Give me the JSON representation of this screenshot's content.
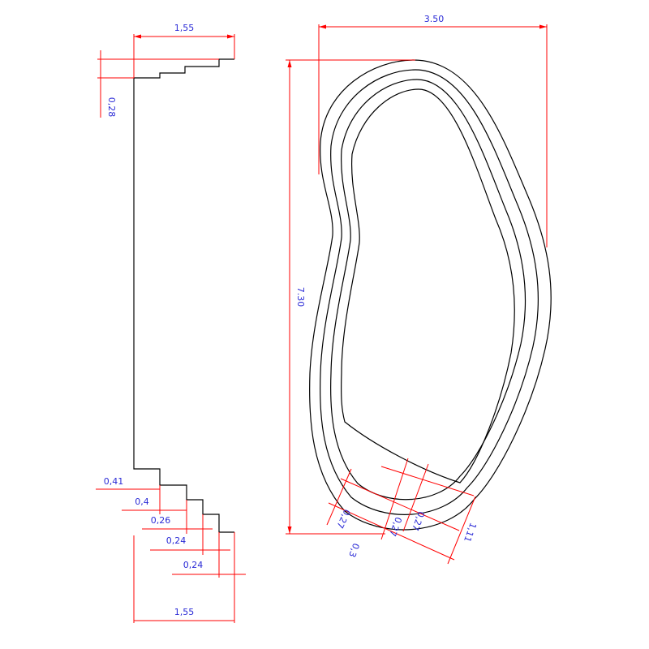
{
  "colors": {
    "outline": "#000000",
    "dimension_line": "#ff0000",
    "dimension_text": "#2b2bd6"
  },
  "section_profile": {
    "top_width": "1,55",
    "top_height": "0,28",
    "step_width_1": "0,41",
    "step_width_2": "0,4",
    "step_width_3": "0,26",
    "step_width_4": "0,24",
    "step_width_5": "0,24",
    "bottom_width": "1,55"
  },
  "pool_plan": {
    "overall_width": "3.50",
    "overall_length": "7.30",
    "step_a": "0,27",
    "step_b": "0,27",
    "step_c": "0,27",
    "step_d": "0,3",
    "step_total": "1,11"
  }
}
